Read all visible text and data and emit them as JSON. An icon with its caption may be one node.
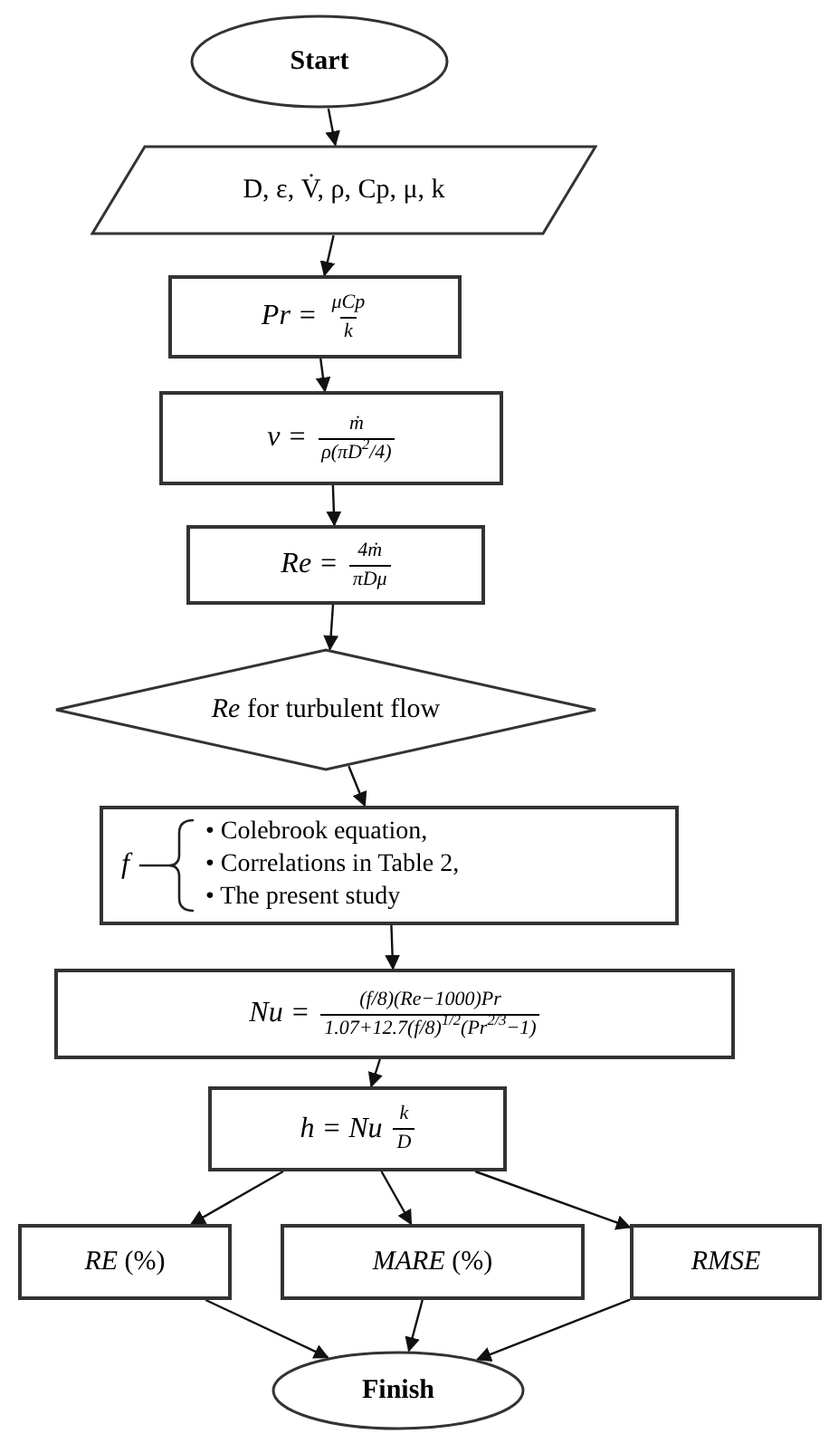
{
  "diagram": {
    "nodes": [
      {
        "text": [
          "Start"
        ]
      },
      {
        "text": [
          "D, ε, V̇, ρ, Cp, μ, k"
        ]
      },
      {
        "text": [
          "Pr =",
          "μCp",
          "k"
        ]
      },
      {
        "text": [
          "v =",
          "ṁ",
          "ρ(πD$^{2}$/4)"
        ]
      },
      {
        "text": [
          "Re =",
          "4ṁ",
          "πDμ"
        ]
      },
      {
        "text": [
          "*Re* for turbulent flow"
        ]
      },
      {
        "text": [
          "f",
          "• Colebrook equation,",
          "• Correlations in Table 2,",
          "• The present study"
        ]
      },
      {
        "text": [
          "Nu =",
          "(f/8)(Re−1000)Pr",
          "1.07+12.7(f/8)$^{1/2}$(Pr$^{2/3}$−1)"
        ]
      },
      {
        "text": [
          "h = Nu",
          "k",
          "D"
        ]
      },
      {
        "text": [
          "*RE* (%)"
        ]
      },
      {
        "text": [
          "*MARE* (%)"
        ]
      },
      {
        "text": [
          "*RMSE*"
        ]
      },
      {
        "text": [
          "Finish"
        ]
      }
    ],
    "edges": [
      {
        "from": 0,
        "to": 1,
        "arrow": "to"
      },
      {
        "from": 1,
        "to": 2,
        "arrow": "to"
      },
      {
        "from": 2,
        "to": 3,
        "arrow": "to"
      },
      {
        "from": 3,
        "to": 4,
        "arrow": "to"
      },
      {
        "from": 4,
        "to": 5,
        "arrow": "to"
      },
      {
        "from": 5,
        "to": 6,
        "arrow": "to"
      },
      {
        "from": 6,
        "to": 7,
        "arrow": "to"
      },
      {
        "from": 7,
        "to": 8,
        "arrow": "to"
      },
      {
        "from": 8,
        "to": 9,
        "arrow": "to"
      },
      {
        "from": 8,
        "to": 10,
        "arrow": "to"
      },
      {
        "from": 8,
        "to": 11,
        "arrow": "to"
      },
      {
        "from": 9,
        "to": 12,
        "arrow": "to"
      },
      {
        "from": 10,
        "to": 12,
        "arrow": "to"
      },
      {
        "from": 11,
        "to": 12,
        "arrow": "to"
      }
    ]
  }
}
